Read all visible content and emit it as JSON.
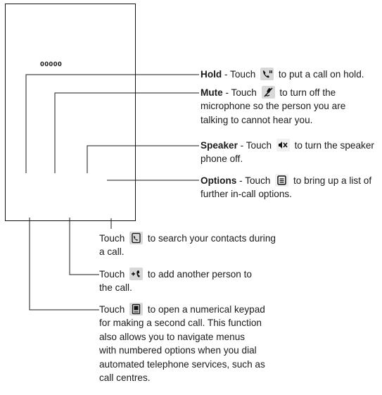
{
  "screen": {
    "number": "00000"
  },
  "annotations": {
    "hold": {
      "title": "Hold",
      "pre": " - Touch ",
      "post": " to put a call on hold.",
      "icon": "hold-icon"
    },
    "mute": {
      "title": "Mute",
      "pre": " - Touch ",
      "post_line1": " to turn off the",
      "line2": "microphone so the person you are",
      "line3": "talking to cannot hear you.",
      "icon": "mute-icon"
    },
    "speaker": {
      "title": "Speaker",
      "pre": " - Touch ",
      "post_line1": " to turn the speaker",
      "line2": "phone off.",
      "icon": "speaker-icon"
    },
    "options": {
      "title": "Options",
      "pre": " - Touch ",
      "post_line1": " to bring up a list of",
      "line2": "further in-call options.",
      "icon": "options-icon"
    },
    "contacts": {
      "pre": "Touch ",
      "post_line1": " to search your contacts during",
      "line2": "a call.",
      "icon": "contacts-icon"
    },
    "add_call": {
      "pre": "Touch ",
      "post_line1": " to add another person to",
      "line2": "the call.",
      "icon": "add-call-icon"
    },
    "keypad": {
      "pre": "Touch ",
      "post_line1": " to open a numerical keypad",
      "line2": "for making a second call. This function",
      "line3": "also allows you to navigate menus",
      "line4": "with numbered options when you dial",
      "line5": "automated telephone services, such as",
      "line6": "call centres.",
      "icon": "keypad-icon"
    }
  },
  "colors": {
    "line": "#1a1a1a",
    "icon_bg": "#d8d8d8"
  }
}
